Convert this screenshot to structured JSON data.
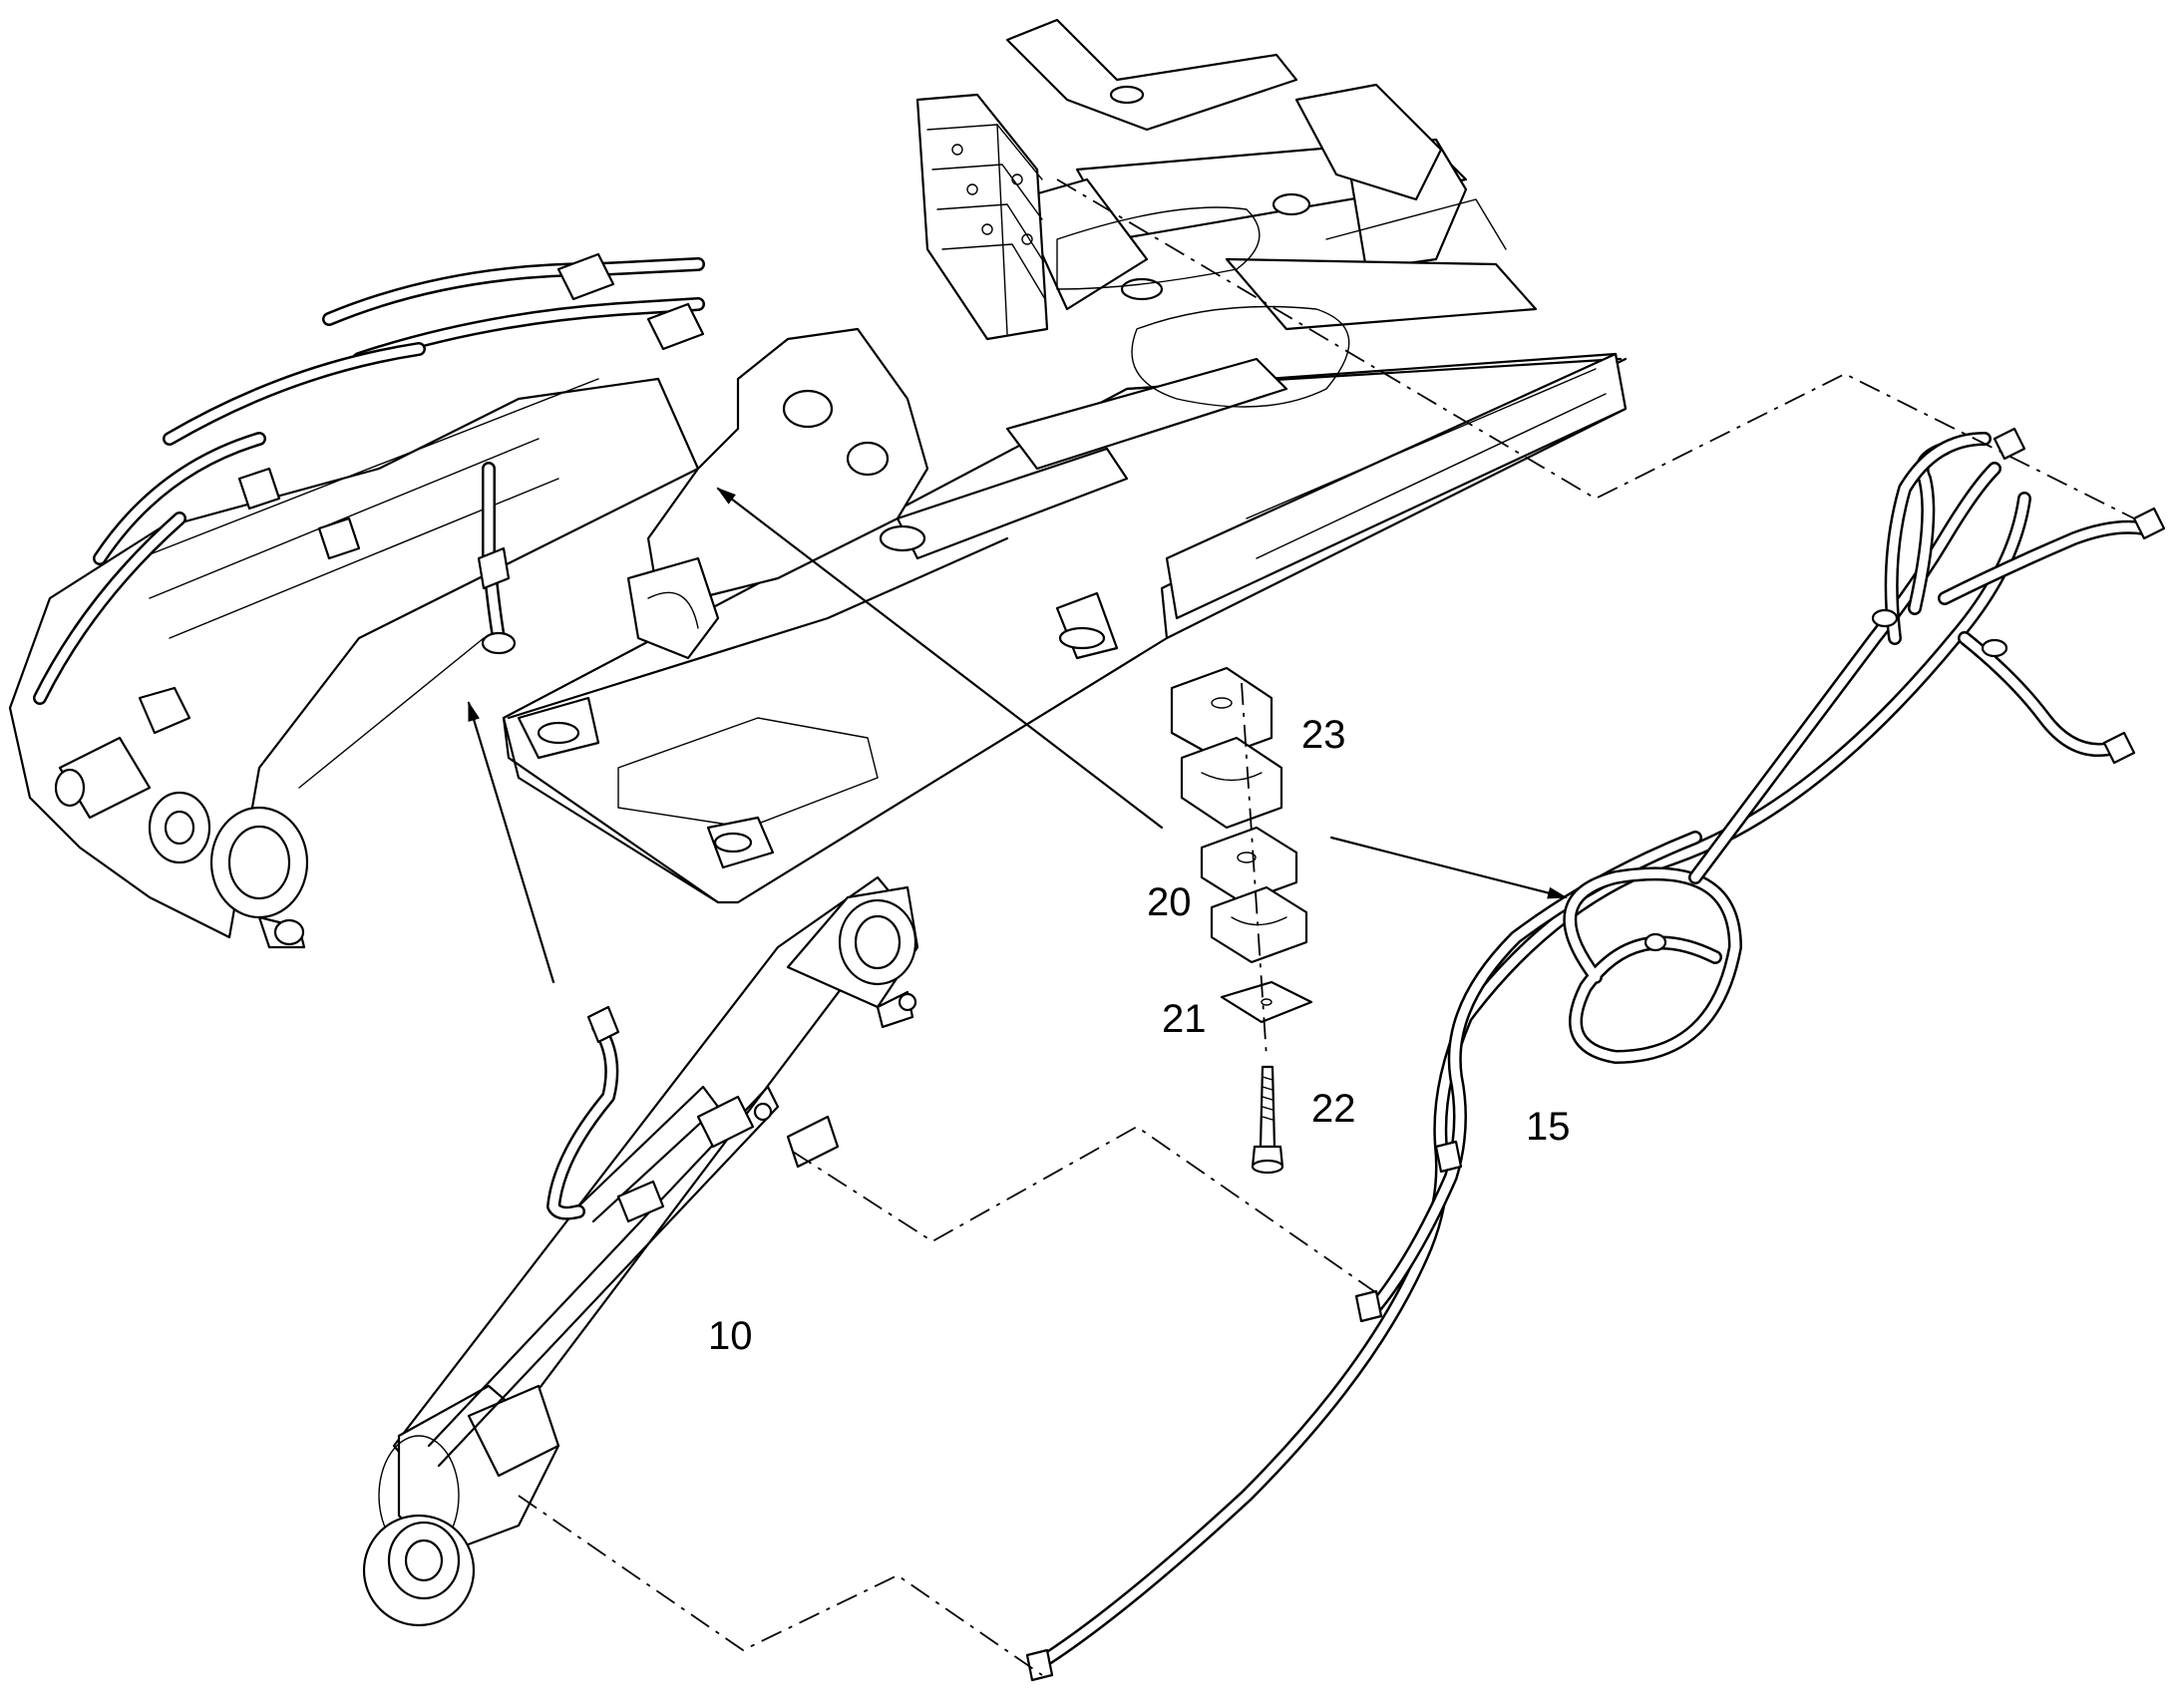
{
  "callouts": [
    {
      "id": "10",
      "text": "10"
    },
    {
      "id": "15",
      "text": "15"
    },
    {
      "id": "20",
      "text": "20"
    },
    {
      "id": "21",
      "text": "21"
    },
    {
      "id": "22",
      "text": "22"
    },
    {
      "id": "23",
      "text": "23"
    }
  ]
}
